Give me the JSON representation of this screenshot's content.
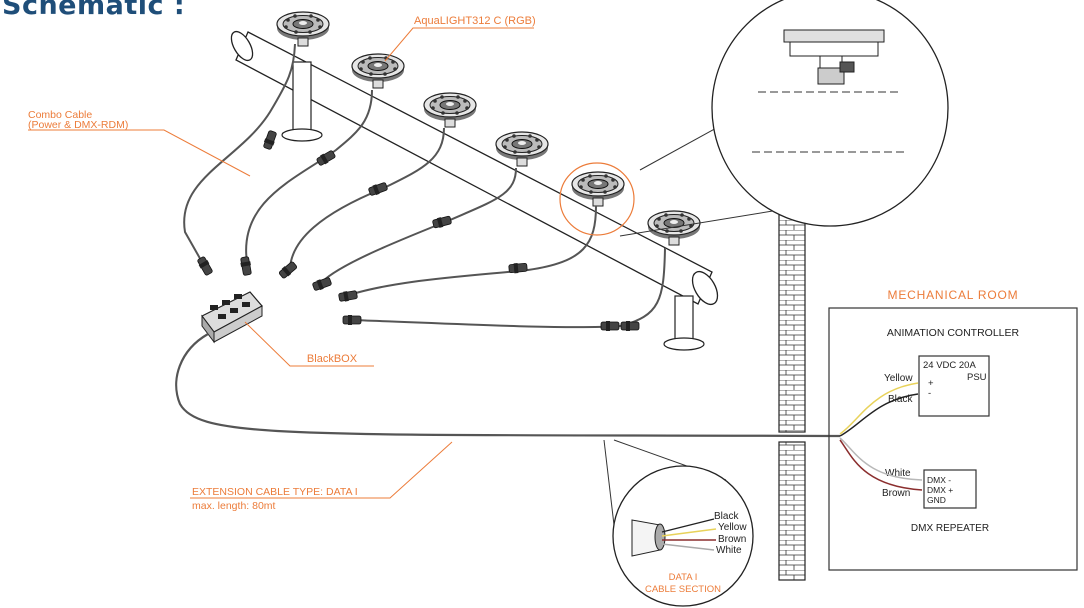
{
  "title": "Schematic :",
  "labels": {
    "fixture": "AquaLIGHT312 C (RGB)",
    "combo_line1": "Combo Cable",
    "combo_line2": "(Power & DMX-RDM)",
    "blackbox": "BlackBOX",
    "extension_line1": "EXTENSION CABLE  TYPE: DATA I",
    "extension_line2": "max. length: 80mt",
    "section_line1": "DATA I",
    "section_line2": "CABLE SECTION",
    "mech_room": "MECHANICAL  ROOM",
    "anim_controller": "ANIMATION CONTROLLER",
    "psu_line1": "24 VDC 20A",
    "psu_line2": "PSU",
    "psu_plus": "+",
    "psu_minus": "-",
    "yellow": "Yellow",
    "black": "Black",
    "white": "White",
    "brown": "Brown",
    "dmx_minus": "DMX -",
    "dmx_plus": "DMX +",
    "gnd": "GND",
    "dmx_repeater": "DMX REPEATER",
    "sec_black": "Black",
    "sec_yellow": "Yellow",
    "sec_brown": "Brown",
    "sec_white": "White"
  },
  "colors": {
    "accent_orange": "#ec7c3a",
    "title_blue": "#1f4e79",
    "wire_yellow": "#e8d25a",
    "wire_brown": "#8b2e2e"
  }
}
